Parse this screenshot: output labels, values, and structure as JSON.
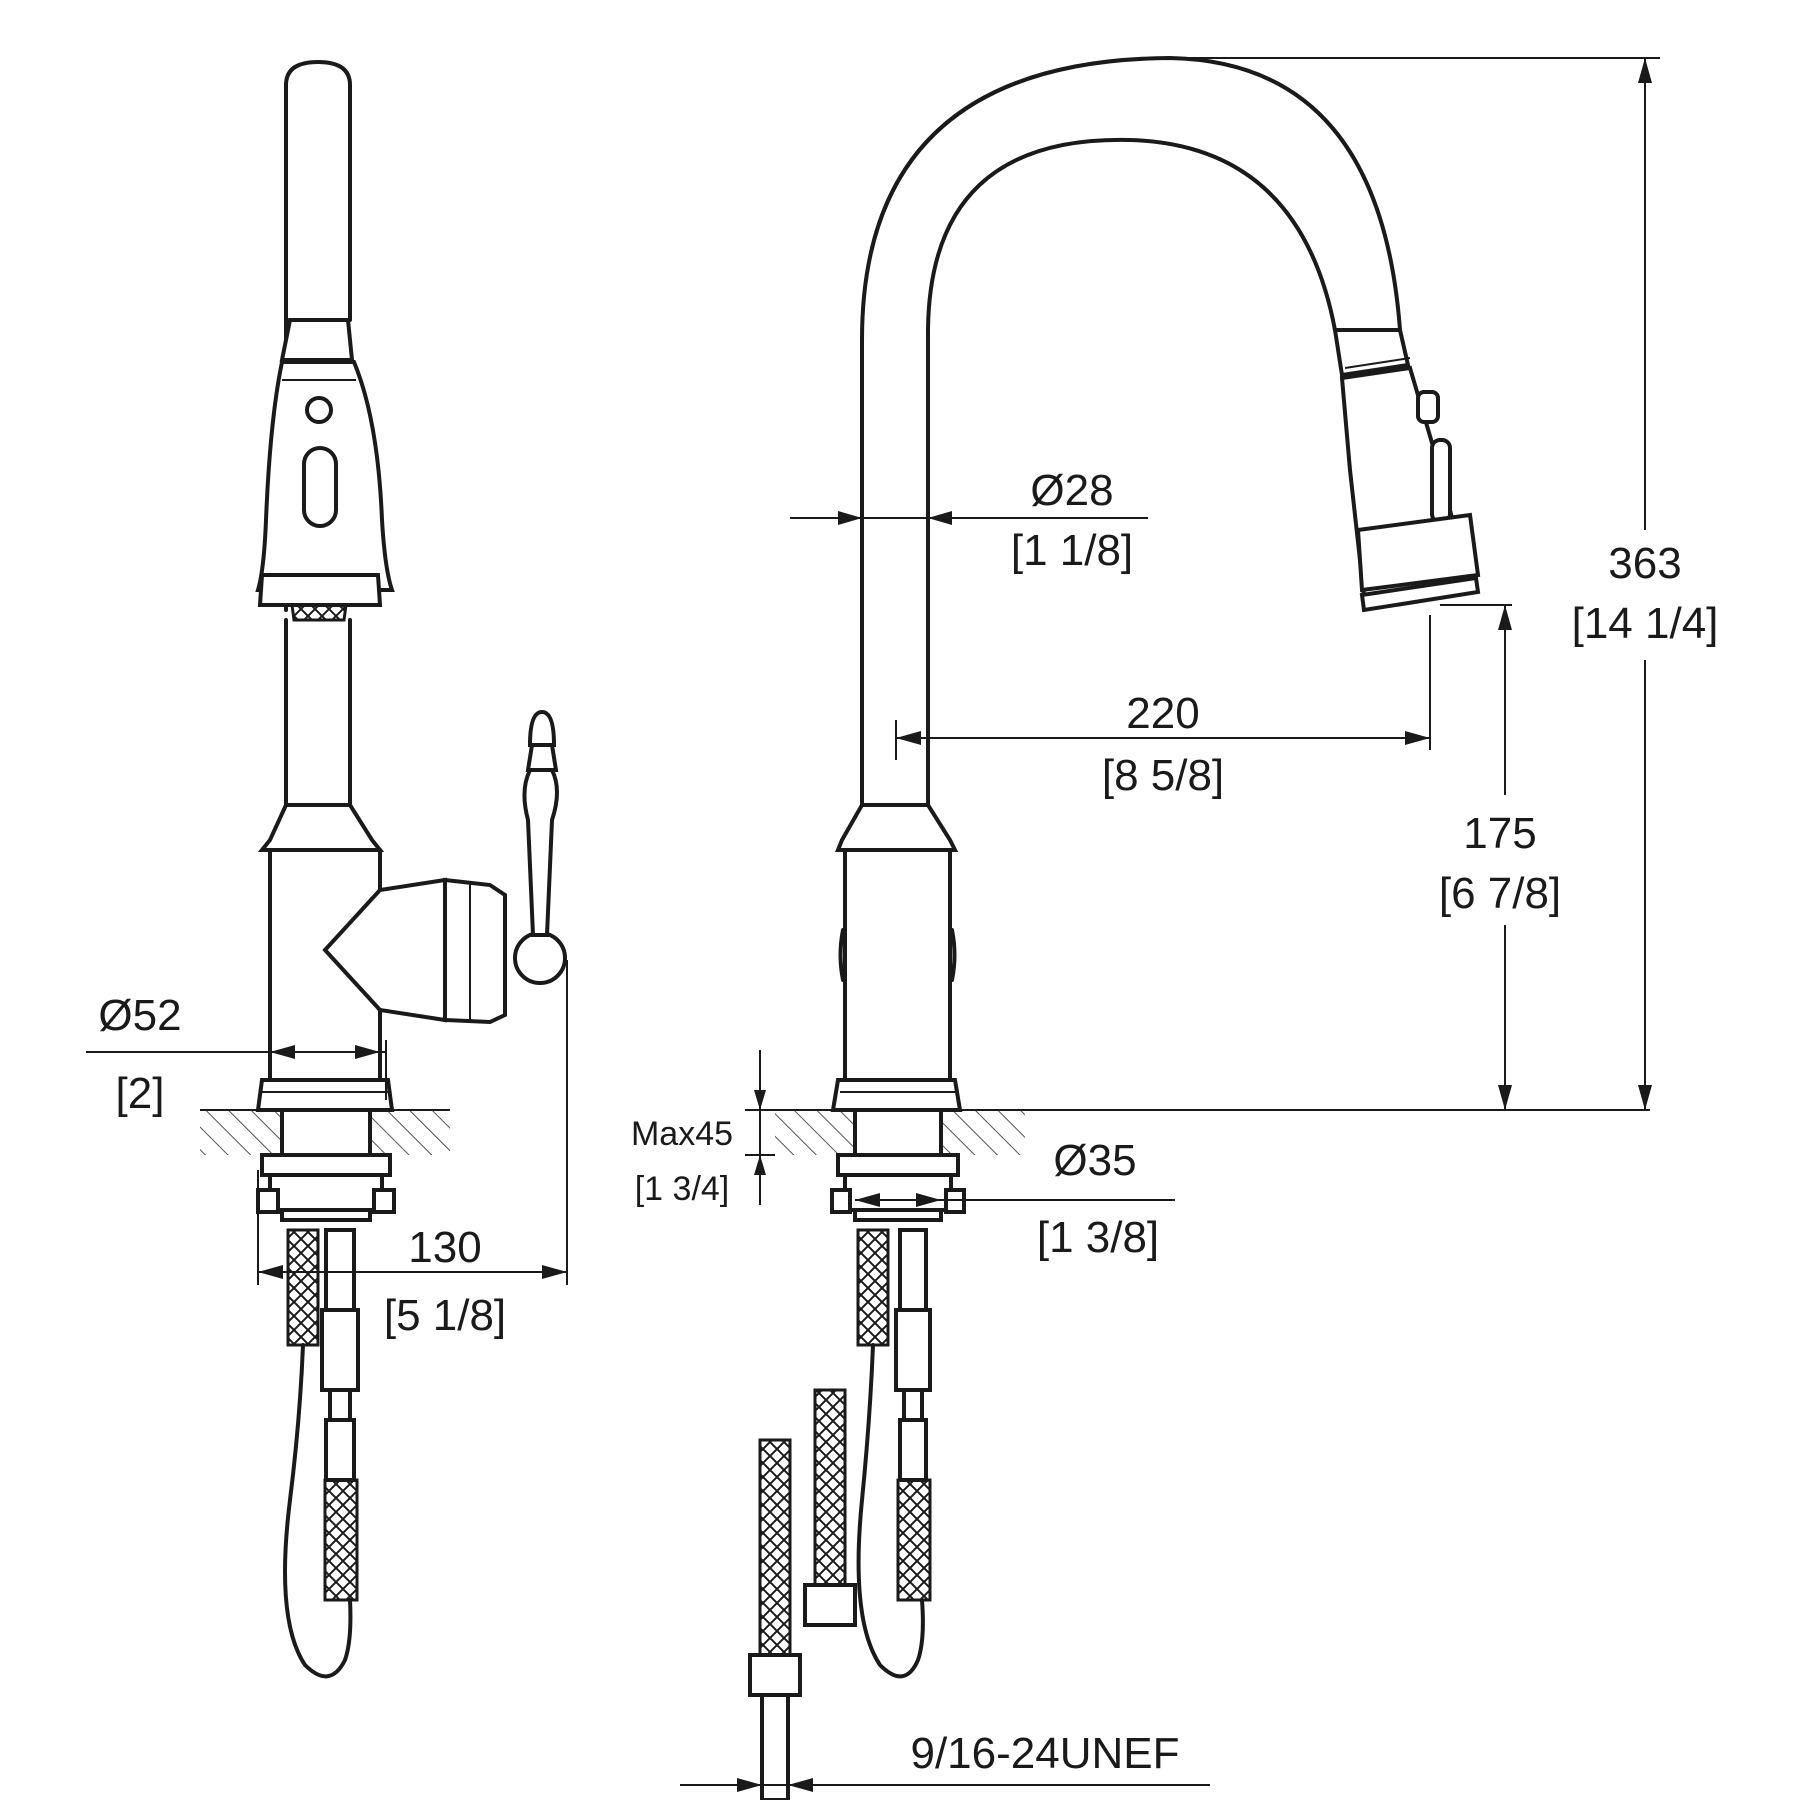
{
  "dimensions": {
    "base_diameter": {
      "mm": "Ø52",
      "inch": "[2]"
    },
    "handle_reach": {
      "mm": "130",
      "inch": "[5 1/8]"
    },
    "spout_diameter": {
      "mm": "Ø28",
      "inch": "[1 1/8]"
    },
    "spout_reach": {
      "mm": "220",
      "inch": "[8 5/8]"
    },
    "spout_clearance": {
      "mm": "175",
      "inch": "[6 7/8]"
    },
    "overall_height": {
      "mm": "363",
      "inch": "[14 1/4]"
    },
    "deck_thickness": {
      "mm": "Max45",
      "inch": "[1 3/4]"
    },
    "shank_diameter": {
      "mm": "Ø35",
      "inch": "[1 3/8]"
    },
    "supply_thread": {
      "label": "9/16-24UNEF"
    }
  }
}
